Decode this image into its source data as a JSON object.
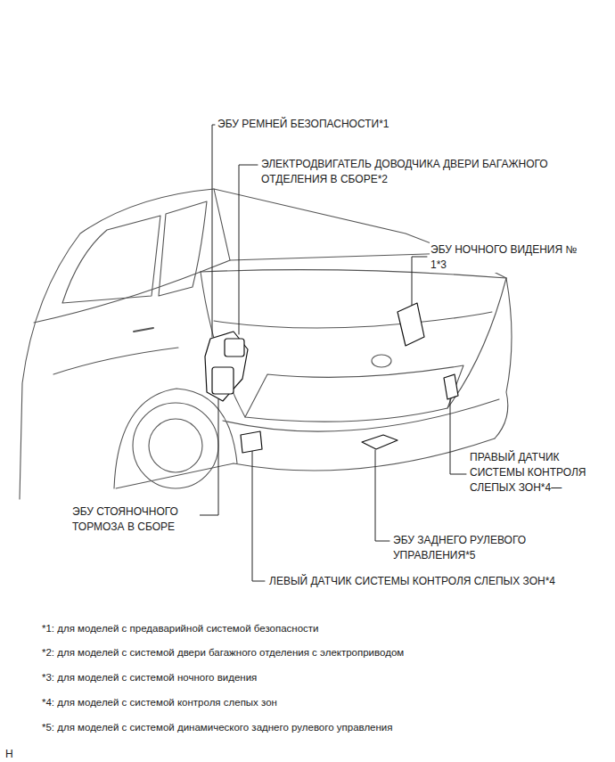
{
  "diagram": {
    "labels": [
      "ЭБУ РЕМНЕЙ БЕЗОПАСНОСТИ*1",
      "ЭЛЕКТРОДВИГАТЕЛЬ ДОВОДЧИКА ДВЕРИ БАГАЖНОГО ОТДЕЛЕНИЯ В СБОРЕ*2",
      "ЭБУ НОЧНОГО ВИДЕНИЯ № 1*3",
      "ПРАВЫЙ ДАТЧИК СИСТЕМЫ КОНТРОЛЯ СЛЕПЫХ ЗОН*4—",
      "ЭБУ СТОЯНОЧНОГО ТОРМОЗА В СБОРЕ",
      "ЭБУ ЗАДНЕГО РУЛЕВОГО УПРАВЛЕНИЯ*5",
      "ЛЕВЫЙ ДАТЧИК СИСТЕМЫ КОНТРОЛЯ СЛЕПЫХ ЗОН*4",
      "*1: для моделей с предаварийной системой безопасности",
      "*2: для моделей с системой двери багажного отделения с электроприводом",
      "*3: для моделей с системой ночного видения",
      "*4: для моделей с системой контроля слепых зон",
      "*5: для моделей с системой динамического заднего рулевого управления",
      "H"
    ]
  }
}
